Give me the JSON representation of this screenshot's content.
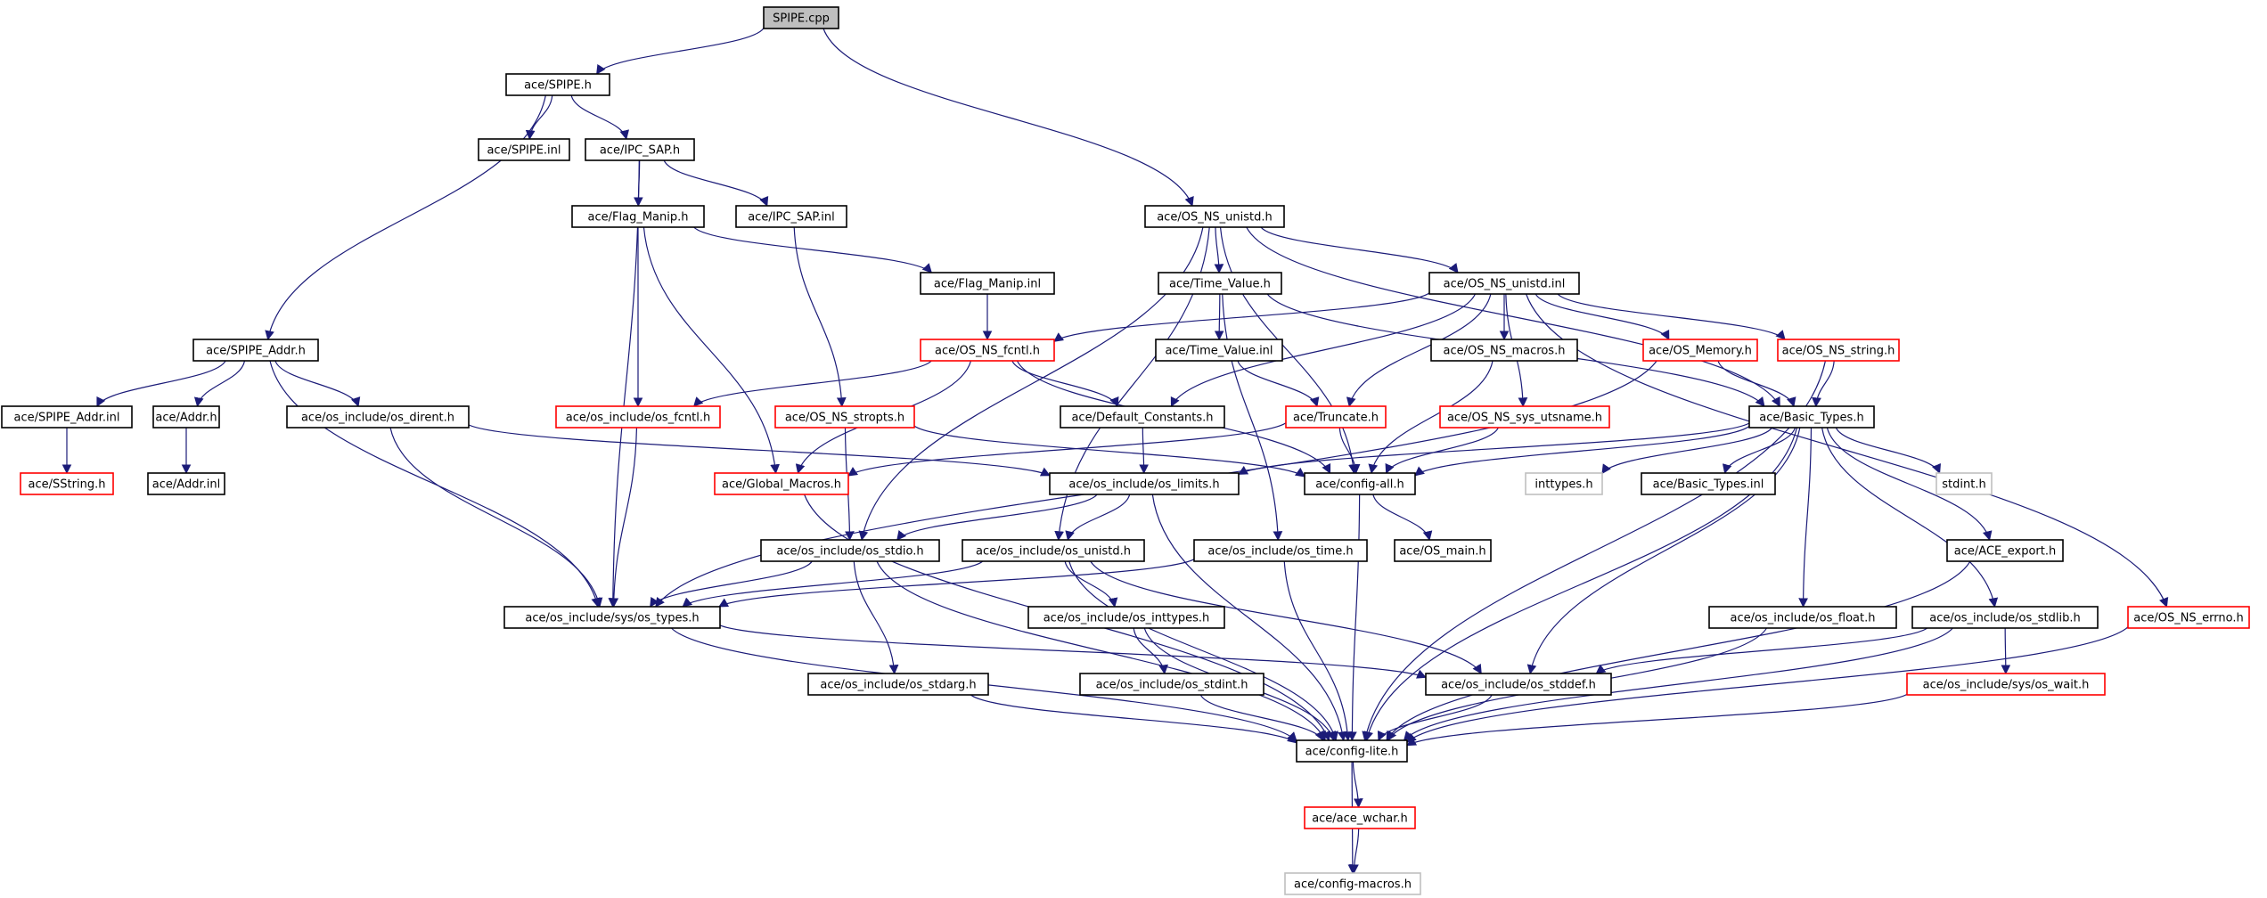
{
  "title": "SPIPE.cpp",
  "colors": {
    "edge": "#1b1b78",
    "root_fill": "#bfbfbf",
    "normal_border": "#000000",
    "truncated_border": "#ff0000",
    "external_border": "#bfbfbf",
    "external_text": "#4d4d4d"
  },
  "nodes": [
    {
      "id": "spipe_cpp",
      "label": "SPIPE.cpp",
      "kind": "root"
    },
    {
      "id": "spipe_h",
      "label": "ace/SPIPE.h",
      "kind": "normal"
    },
    {
      "id": "spipe_inl",
      "label": "ace/SPIPE.inl",
      "kind": "normal"
    },
    {
      "id": "ipc_sap_h",
      "label": "ace/IPC_SAP.h",
      "kind": "normal"
    },
    {
      "id": "flag_manip_h",
      "label": "ace/Flag_Manip.h",
      "kind": "normal"
    },
    {
      "id": "ipc_sap_inl",
      "label": "ace/IPC_SAP.inl",
      "kind": "normal"
    },
    {
      "id": "os_ns_unistd_h",
      "label": "ace/OS_NS_unistd.h",
      "kind": "normal"
    },
    {
      "id": "flag_manip_inl",
      "label": "ace/Flag_Manip.inl",
      "kind": "normal"
    },
    {
      "id": "time_value_h",
      "label": "ace/Time_Value.h",
      "kind": "normal"
    },
    {
      "id": "os_ns_unistd_inl",
      "label": "ace/OS_NS_unistd.inl",
      "kind": "normal"
    },
    {
      "id": "spipe_addr_h",
      "label": "ace/SPIPE_Addr.h",
      "kind": "normal"
    },
    {
      "id": "os_ns_fcntl_h",
      "label": "ace/OS_NS_fcntl.h",
      "kind": "truncated"
    },
    {
      "id": "time_value_inl",
      "label": "ace/Time_Value.inl",
      "kind": "normal"
    },
    {
      "id": "os_ns_macros_h",
      "label": "ace/OS_NS_macros.h",
      "kind": "normal"
    },
    {
      "id": "os_memory_h",
      "label": "ace/OS_Memory.h",
      "kind": "truncated"
    },
    {
      "id": "os_ns_string_h",
      "label": "ace/OS_NS_string.h",
      "kind": "truncated"
    },
    {
      "id": "spipe_addr_inl",
      "label": "ace/SPIPE_Addr.inl",
      "kind": "normal"
    },
    {
      "id": "addr_h",
      "label": "ace/Addr.h",
      "kind": "normal"
    },
    {
      "id": "os_dirent_h",
      "label": "ace/os_include/os_dirent.h",
      "kind": "normal"
    },
    {
      "id": "os_fcntl_h",
      "label": "ace/os_include/os_fcntl.h",
      "kind": "truncated"
    },
    {
      "id": "os_ns_stropts_h",
      "label": "ace/OS_NS_stropts.h",
      "kind": "truncated"
    },
    {
      "id": "default_constants_h",
      "label": "ace/Default_Constants.h",
      "kind": "normal"
    },
    {
      "id": "truncate_h",
      "label": "ace/Truncate.h",
      "kind": "truncated"
    },
    {
      "id": "os_ns_sys_utsname_h",
      "label": "ace/OS_NS_sys_utsname.h",
      "kind": "truncated"
    },
    {
      "id": "basic_types_h",
      "label": "ace/Basic_Types.h",
      "kind": "normal"
    },
    {
      "id": "sstring_h",
      "label": "ace/SString.h",
      "kind": "truncated"
    },
    {
      "id": "addr_inl",
      "label": "ace/Addr.inl",
      "kind": "normal"
    },
    {
      "id": "global_macros_h",
      "label": "ace/Global_Macros.h",
      "kind": "truncated"
    },
    {
      "id": "os_limits_h",
      "label": "ace/os_include/os_limits.h",
      "kind": "normal"
    },
    {
      "id": "config_all_h",
      "label": "ace/config-all.h",
      "kind": "normal"
    },
    {
      "id": "inttypes_h",
      "label": "inttypes.h",
      "kind": "external"
    },
    {
      "id": "basic_types_inl",
      "label": "ace/Basic_Types.inl",
      "kind": "normal"
    },
    {
      "id": "stdint_h",
      "label": "stdint.h",
      "kind": "external"
    },
    {
      "id": "os_stdio_h",
      "label": "ace/os_include/os_stdio.h",
      "kind": "normal"
    },
    {
      "id": "os_unistd_h",
      "label": "ace/os_include/os_unistd.h",
      "kind": "normal"
    },
    {
      "id": "os_time_h",
      "label": "ace/os_include/os_time.h",
      "kind": "normal"
    },
    {
      "id": "os_main_h",
      "label": "ace/OS_main.h",
      "kind": "normal"
    },
    {
      "id": "ace_export_h",
      "label": "ace/ACE_export.h",
      "kind": "normal"
    },
    {
      "id": "sys_types_h",
      "label": "ace/os_include/sys/os_types.h",
      "kind": "normal"
    },
    {
      "id": "os_inttypes_h",
      "label": "ace/os_include/os_inttypes.h",
      "kind": "normal"
    },
    {
      "id": "os_float_h",
      "label": "ace/os_include/os_float.h",
      "kind": "normal"
    },
    {
      "id": "os_stdlib_h",
      "label": "ace/os_include/os_stdlib.h",
      "kind": "normal"
    },
    {
      "id": "os_ns_errno_h",
      "label": "ace/OS_NS_errno.h",
      "kind": "truncated"
    },
    {
      "id": "os_stdarg_h",
      "label": "ace/os_include/os_stdarg.h",
      "kind": "normal"
    },
    {
      "id": "os_stdint_h",
      "label": "ace/os_include/os_stdint.h",
      "kind": "normal"
    },
    {
      "id": "os_stddef_h",
      "label": "ace/os_include/os_stddef.h",
      "kind": "normal"
    },
    {
      "id": "sys_os_wait_h",
      "label": "ace/os_include/sys/os_wait.h",
      "kind": "truncated"
    },
    {
      "id": "config_lite_h",
      "label": "ace/config-lite.h",
      "kind": "normal"
    },
    {
      "id": "ace_wchar_h",
      "label": "ace/ace_wchar.h",
      "kind": "truncated"
    },
    {
      "id": "config_macros_h",
      "label": "ace/config-macros.h",
      "kind": "external"
    }
  ],
  "edges": [
    [
      "spipe_cpp",
      "spipe_h"
    ],
    [
      "spipe_cpp",
      "os_ns_unistd_h"
    ],
    [
      "spipe_h",
      "spipe_inl"
    ],
    [
      "spipe_h",
      "ipc_sap_h"
    ],
    [
      "spipe_h",
      "spipe_addr_h"
    ],
    [
      "ipc_sap_h",
      "flag_manip_h"
    ],
    [
      "ipc_sap_h",
      "ipc_sap_inl"
    ],
    [
      "ipc_sap_h",
      "sys_types_h"
    ],
    [
      "flag_manip_h",
      "flag_manip_inl"
    ],
    [
      "flag_manip_h",
      "os_fcntl_h"
    ],
    [
      "flag_manip_h",
      "global_macros_h"
    ],
    [
      "ipc_sap_inl",
      "os_ns_stropts_h"
    ],
    [
      "flag_manip_inl",
      "os_ns_fcntl_h"
    ],
    [
      "os_ns_unistd_h",
      "time_value_h"
    ],
    [
      "os_ns_unistd_h",
      "os_ns_unistd_inl"
    ],
    [
      "os_ns_unistd_h",
      "basic_types_h"
    ],
    [
      "os_ns_unistd_h",
      "os_stdio_h"
    ],
    [
      "os_ns_unistd_h",
      "os_unistd_h"
    ],
    [
      "os_ns_unistd_h",
      "config_all_h"
    ],
    [
      "time_value_h",
      "time_value_inl"
    ],
    [
      "time_value_h",
      "basic_types_h"
    ],
    [
      "time_value_h",
      "os_time_h"
    ],
    [
      "os_ns_unistd_inl",
      "os_ns_fcntl_h"
    ],
    [
      "os_ns_unistd_inl",
      "os_ns_macros_h"
    ],
    [
      "os_ns_unistd_inl",
      "os_memory_h"
    ],
    [
      "os_ns_unistd_inl",
      "os_ns_string_h"
    ],
    [
      "os_ns_unistd_inl",
      "os_ns_errno_h"
    ],
    [
      "os_ns_unistd_inl",
      "default_constants_h"
    ],
    [
      "os_ns_unistd_inl",
      "truncate_h"
    ],
    [
      "os_ns_unistd_inl",
      "os_ns_sys_utsname_h"
    ],
    [
      "spipe_addr_h",
      "spipe_addr_inl"
    ],
    [
      "spipe_addr_h",
      "addr_h"
    ],
    [
      "spipe_addr_h",
      "os_dirent_h"
    ],
    [
      "spipe_addr_h",
      "sys_types_h"
    ],
    [
      "spipe_addr_inl",
      "sstring_h"
    ],
    [
      "addr_h",
      "addr_inl"
    ],
    [
      "os_dirent_h",
      "os_limits_h"
    ],
    [
      "os_dirent_h",
      "sys_types_h"
    ],
    [
      "os_ns_fcntl_h",
      "os_fcntl_h"
    ],
    [
      "os_ns_fcntl_h",
      "default_constants_h"
    ],
    [
      "os_ns_fcntl_h",
      "global_macros_h"
    ],
    [
      "os_ns_fcntl_h",
      "config_all_h"
    ],
    [
      "time_value_inl",
      "truncate_h"
    ],
    [
      "os_ns_macros_h",
      "config_all_h"
    ],
    [
      "os_memory_h",
      "basic_types_h"
    ],
    [
      "os_memory_h",
      "sys_types_h"
    ],
    [
      "os_ns_string_h",
      "basic_types_h"
    ],
    [
      "os_ns_string_h",
      "config_lite_h"
    ],
    [
      "os_fcntl_h",
      "sys_types_h"
    ],
    [
      "os_ns_stropts_h",
      "os_stdio_h"
    ],
    [
      "os_ns_stropts_h",
      "config_all_h"
    ],
    [
      "default_constants_h",
      "os_limits_h"
    ],
    [
      "truncate_h",
      "global_macros_h"
    ],
    [
      "truncate_h",
      "config_all_h"
    ],
    [
      "os_ns_sys_utsname_h",
      "config_all_h"
    ],
    [
      "basic_types_h",
      "config_all_h"
    ],
    [
      "basic_types_h",
      "os_limits_h"
    ],
    [
      "basic_types_h",
      "inttypes_h"
    ],
    [
      "basic_types_h",
      "basic_types_inl"
    ],
    [
      "basic_types_h",
      "stdint_h"
    ],
    [
      "basic_types_h",
      "ace_export_h"
    ],
    [
      "basic_types_h",
      "os_float_h"
    ],
    [
      "basic_types_h",
      "os_stdlib_h"
    ],
    [
      "basic_types_h",
      "os_stddef_h"
    ],
    [
      "basic_types_h",
      "config_lite_h"
    ],
    [
      "global_macros_h",
      "config_lite_h"
    ],
    [
      "os_limits_h",
      "os_stdio_h"
    ],
    [
      "os_limits_h",
      "os_unistd_h"
    ],
    [
      "os_limits_h",
      "config_lite_h"
    ],
    [
      "config_all_h",
      "os_main_h"
    ],
    [
      "config_all_h",
      "config_lite_h"
    ],
    [
      "os_stdio_h",
      "sys_types_h"
    ],
    [
      "os_stdio_h",
      "os_stdarg_h"
    ],
    [
      "os_stdio_h",
      "config_lite_h"
    ],
    [
      "os_unistd_h",
      "sys_types_h"
    ],
    [
      "os_unistd_h",
      "os_inttypes_h"
    ],
    [
      "os_unistd_h",
      "os_stddef_h"
    ],
    [
      "os_unistd_h",
      "config_lite_h"
    ],
    [
      "os_time_h",
      "sys_types_h"
    ],
    [
      "os_time_h",
      "config_lite_h"
    ],
    [
      "ace_export_h",
      "config_lite_h"
    ],
    [
      "sys_types_h",
      "os_stddef_h"
    ],
    [
      "sys_types_h",
      "config_lite_h"
    ],
    [
      "os_inttypes_h",
      "os_stdint_h"
    ],
    [
      "os_inttypes_h",
      "config_lite_h"
    ],
    [
      "os_float_h",
      "config_lite_h"
    ],
    [
      "os_stdlib_h",
      "os_stddef_h"
    ],
    [
      "os_stdlib_h",
      "sys_os_wait_h"
    ],
    [
      "os_stdlib_h",
      "config_lite_h"
    ],
    [
      "os_ns_errno_h",
      "config_lite_h"
    ],
    [
      "os_stdarg_h",
      "config_lite_h"
    ],
    [
      "os_stdint_h",
      "config_lite_h"
    ],
    [
      "os_stddef_h",
      "config_lite_h"
    ],
    [
      "sys_os_wait_h",
      "config_lite_h"
    ],
    [
      "config_lite_h",
      "ace_wchar_h"
    ],
    [
      "config_lite_h",
      "config_macros_h"
    ],
    [
      "ace_wchar_h",
      "config_macros_h"
    ]
  ]
}
